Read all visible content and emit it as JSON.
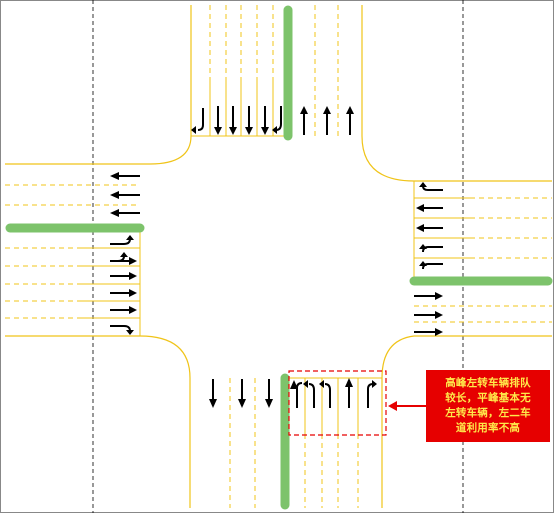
{
  "colors": {
    "road_edge": "#f0c419",
    "lane_mark": "#f0c419",
    "median": "#7dc36b",
    "arrow": "#000000",
    "highlight": "#e60000",
    "callout_bg": "#e60000",
    "callout_text": "#ffe94a",
    "guide_line": "#000000"
  },
  "callout": {
    "text": "高峰左转车辆排队\n较长，平峰基本无\n左转车辆，左二车\n道利用率不高"
  },
  "approaches": {
    "north": {
      "entry_lanes": [
        "left-uturn",
        "straight",
        "straight",
        "straight",
        "straight",
        "right"
      ],
      "exit_lanes": 3
    },
    "south": {
      "entry_lanes": [
        "uturn-left",
        "left",
        "left",
        "straight",
        "straight-right"
      ],
      "exit_lanes": 3
    },
    "west": {
      "entry_lanes": [
        "left",
        "straight-left",
        "straight",
        "straight",
        "straight",
        "right"
      ],
      "exit_lanes": 3
    },
    "east": {
      "entry_lanes": [
        "uturn-left",
        "straight",
        "straight",
        "left",
        "left"
      ],
      "exit_lanes": 3
    }
  }
}
